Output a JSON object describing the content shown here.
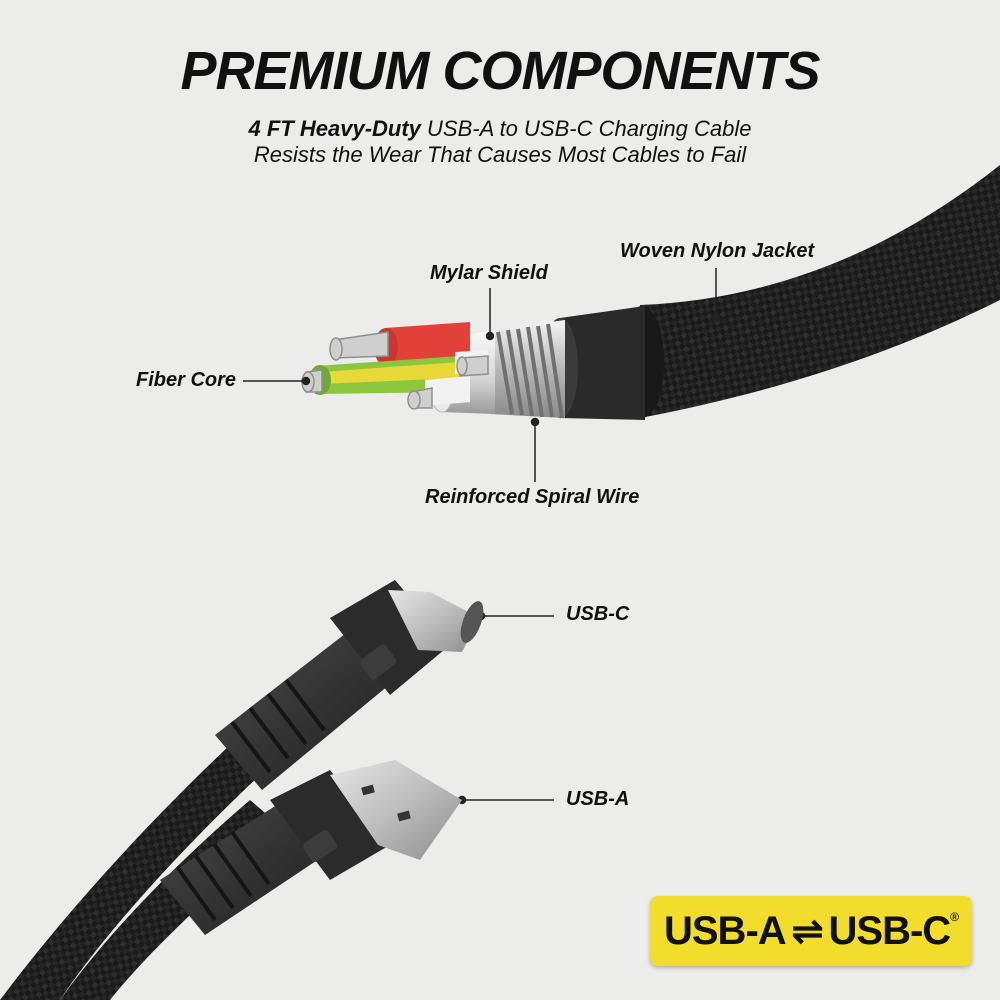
{
  "header": {
    "title": "PREMIUM COMPONENTS",
    "sub_bold": "4 FT Heavy-Duty",
    "sub_rest": " USB-A to USB-C Charging Cable",
    "sub_line2": "Resists the Wear That Causes Most Cables to Fail"
  },
  "labels": {
    "woven": "Woven Nylon Jacket",
    "mylar": "Mylar Shield",
    "fiber": "Fiber Core",
    "spiral": "Reinforced Spiral Wire",
    "usbc": "USB-C",
    "usba": "USB-A"
  },
  "badge": {
    "left": "USB-A",
    "arrow": "⇌",
    "right": "USB-C",
    "mark": "®"
  },
  "colors": {
    "badge": "#f2dd2c",
    "wire_red": "#e2413a",
    "wire_green": "#8cc63f",
    "wire_yellow": "#e8d83a"
  }
}
